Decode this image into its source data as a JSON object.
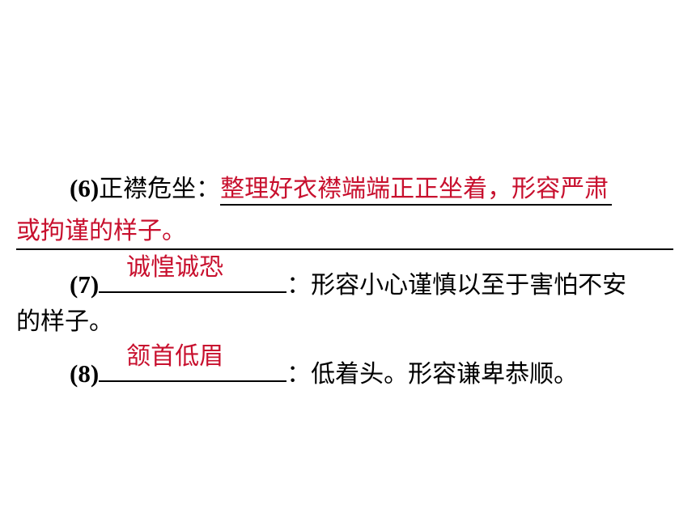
{
  "items": [
    {
      "number": "(6)",
      "term": "正襟危坐：",
      "answer_part1": "整理好衣襟端端正正坐着，形容严肃",
      "answer_part2": "或拘谨的样子。"
    },
    {
      "number": "(7)",
      "answer": "诚惶诚恐",
      "definition_part1": "：形容小心谨慎以至于害怕不安",
      "definition_part2": "的样子。"
    },
    {
      "number": "(8)",
      "answer": "颔首低眉",
      "definition": "：低着头。形容谦卑恭顺。"
    }
  ],
  "colors": {
    "answer": "#c8102e",
    "text": "#000000"
  }
}
